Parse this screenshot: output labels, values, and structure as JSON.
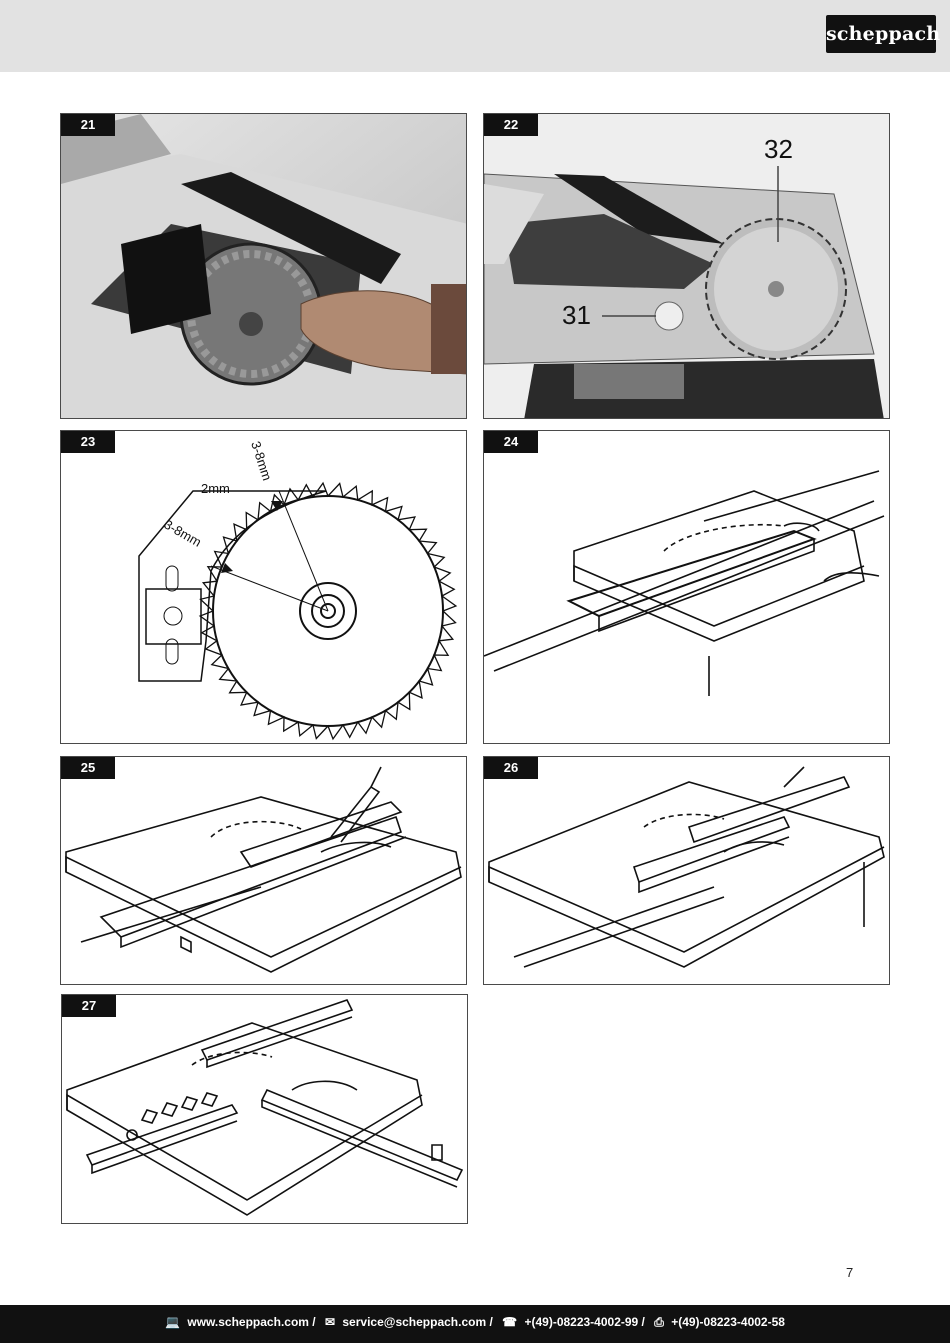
{
  "brand": {
    "logo_text": "scheppach"
  },
  "figures": [
    {
      "id": "21",
      "kind": "photo"
    },
    {
      "id": "22",
      "kind": "photo",
      "callouts": [
        "32",
        "31"
      ]
    },
    {
      "id": "23",
      "kind": "diagram",
      "labels": [
        "3-8mm",
        "2mm",
        "3-8mm"
      ]
    },
    {
      "id": "24",
      "kind": "drawing"
    },
    {
      "id": "25",
      "kind": "drawing"
    },
    {
      "id": "26",
      "kind": "drawing"
    },
    {
      "id": "27",
      "kind": "drawing"
    }
  ],
  "page_number": "7",
  "footer": {
    "web": "www.scheppach.com /",
    "email": "service@scheppach.com /",
    "phone": "+(49)-08223-4002-99 /",
    "fax": "+(49)-08223-4002-58"
  }
}
